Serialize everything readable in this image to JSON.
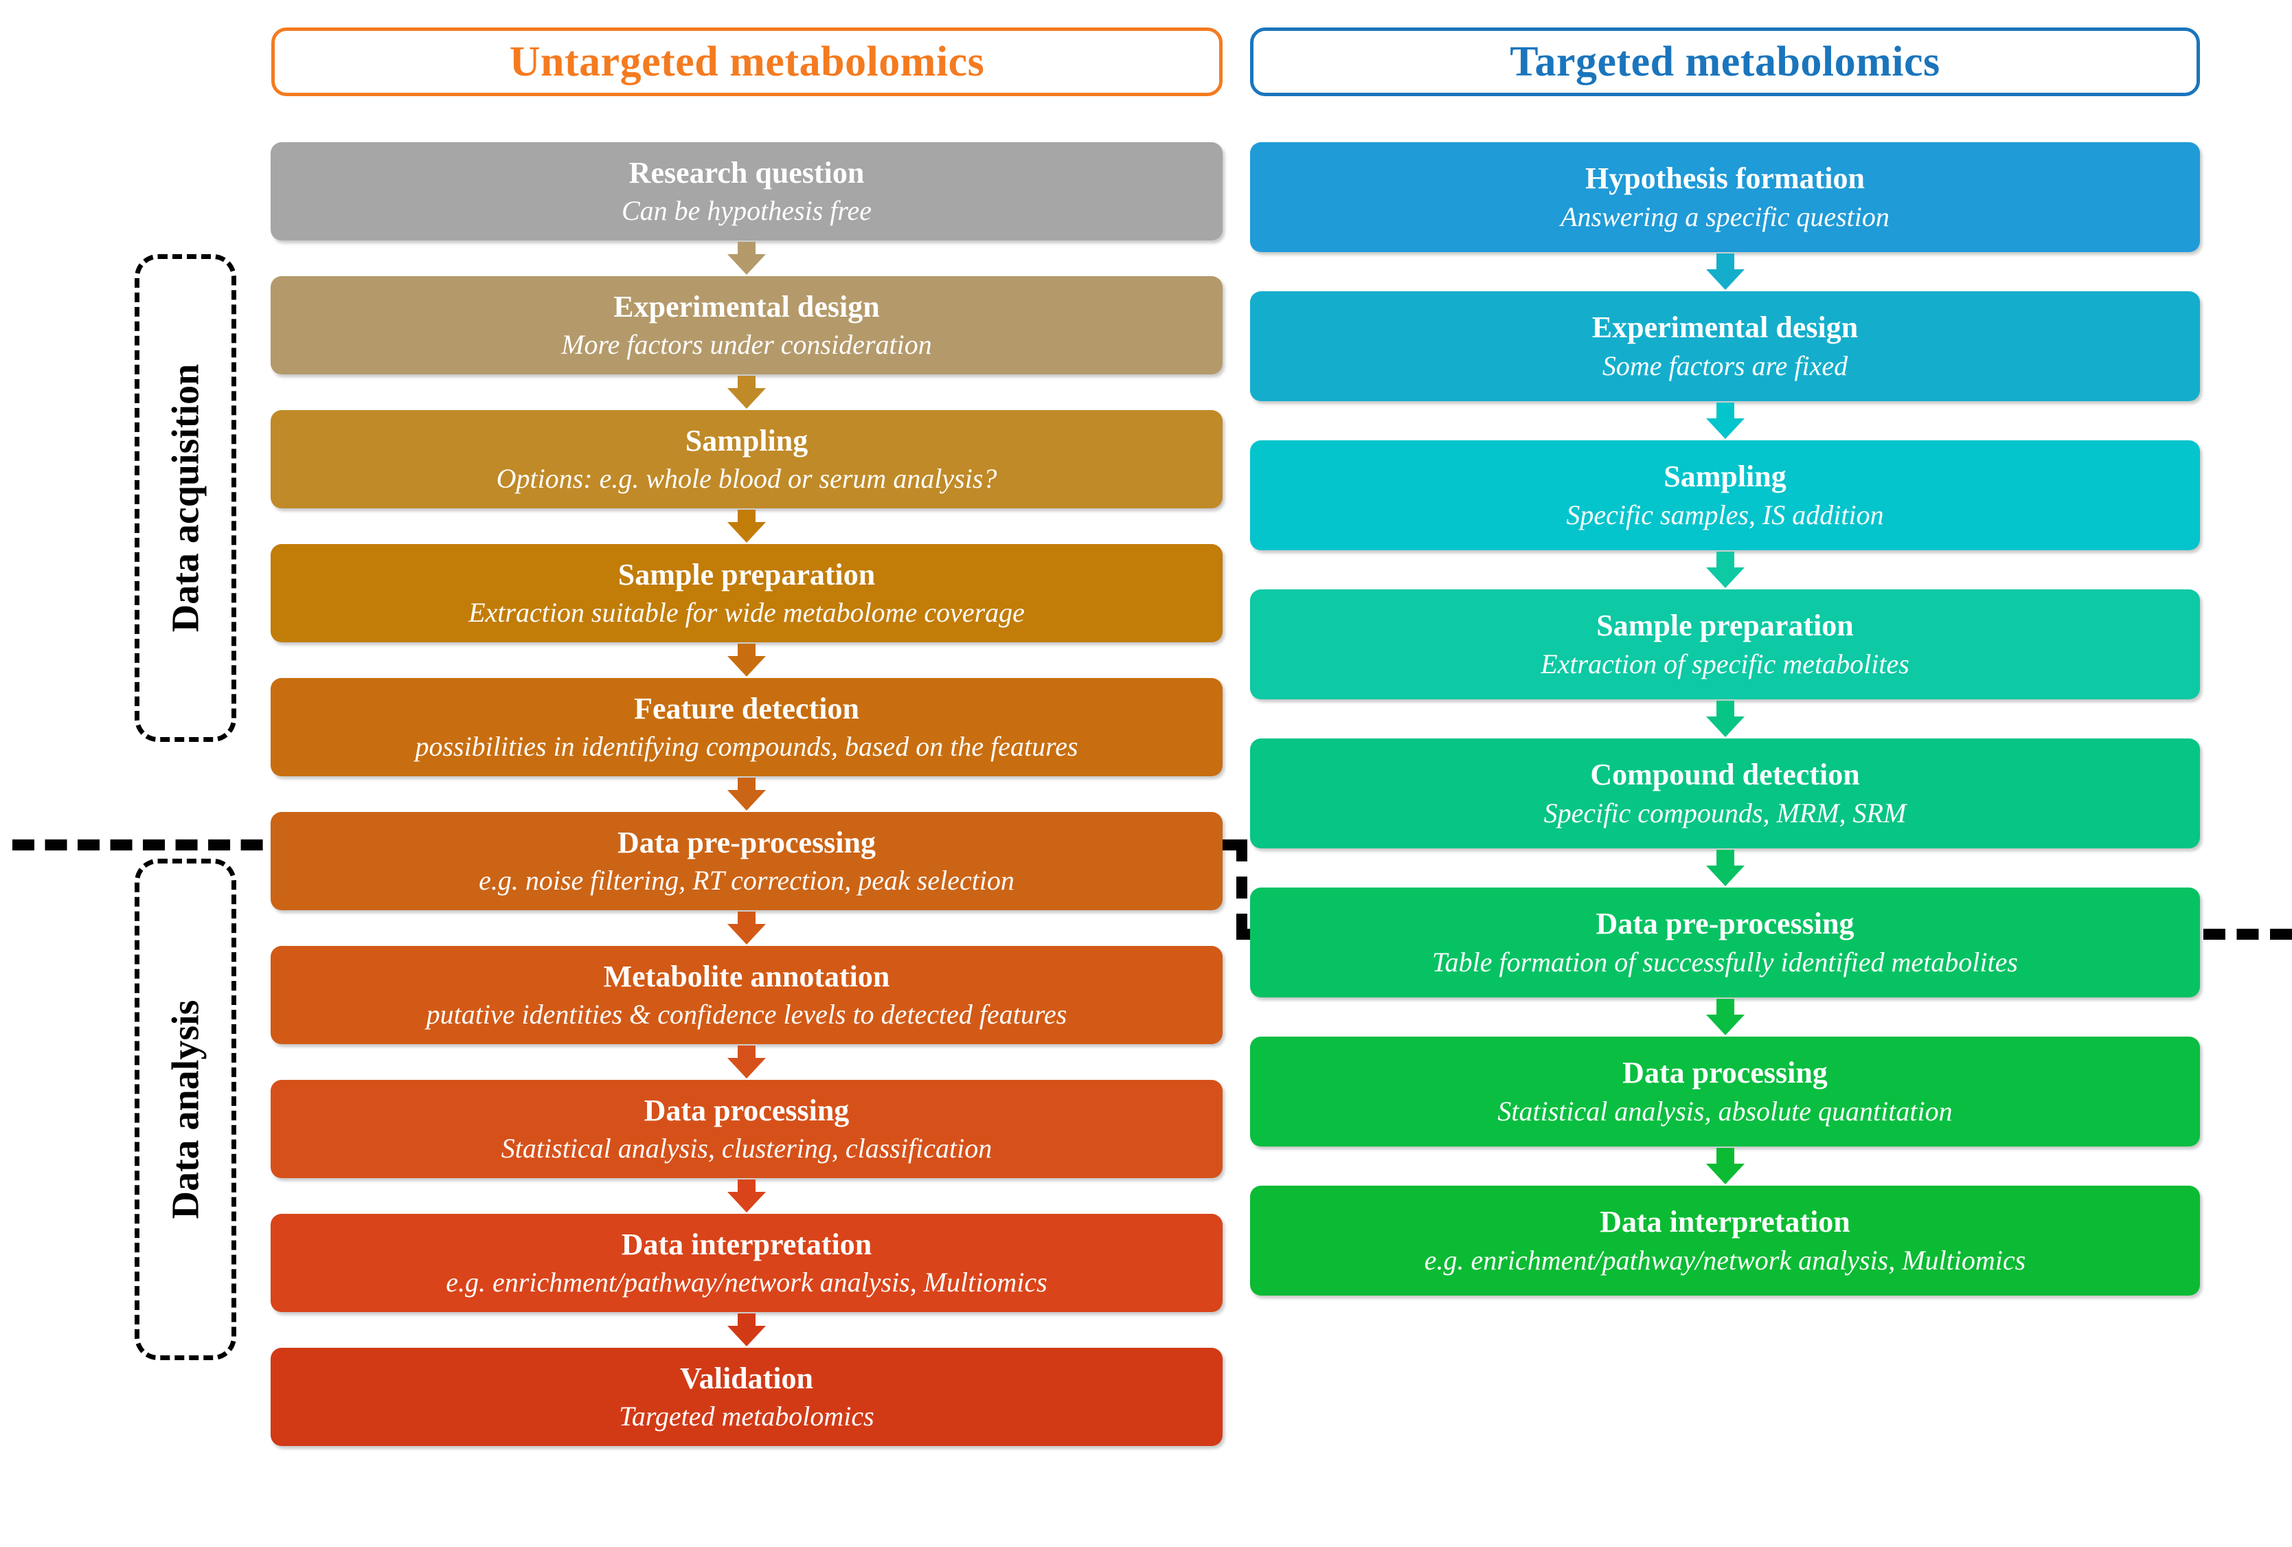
{
  "headers": {
    "left": {
      "label": "Untargeted metabolomics",
      "color": "#F47B20"
    },
    "right": {
      "label": "Targeted metabolomics",
      "color": "#1B75BC"
    }
  },
  "stages": [
    {
      "label": "Data acquisition"
    },
    {
      "label": "Data analysis"
    }
  ],
  "left_column": [
    {
      "title": "Research question",
      "subtitle": "Can be hypothesis free",
      "color": "#A6A6A6"
    },
    {
      "title": "Experimental design",
      "subtitle": "More factors under consideration",
      "color": "#B49A6B"
    },
    {
      "title": "Sampling",
      "subtitle": "Options: e.g. whole blood or serum analysis?",
      "color": "#C08A28"
    },
    {
      "title": "Sample preparation",
      "subtitle": "Extraction suitable for wide metabolome coverage",
      "color": "#C27C08"
    },
    {
      "title": "Feature detection",
      "subtitle": "possibilities in identifying compounds, based on the features",
      "color": "#C86E10"
    },
    {
      "title": "Data pre-processing",
      "subtitle": "e.g. noise filtering, RT correction, peak selection",
      "color": "#CC6416"
    },
    {
      "title": "Metabolite annotation",
      "subtitle": "putative identities & confidence levels to detected features",
      "color": "#D25A16"
    },
    {
      "title": "Data processing",
      "subtitle": "Statistical analysis, clustering, classification",
      "color": "#D6511A"
    },
    {
      "title": "Data interpretation",
      "subtitle": "e.g. enrichment/pathway/network analysis, Multiomics",
      "color": "#D9441A"
    },
    {
      "title": "Validation",
      "subtitle": "Targeted metabolomics",
      "color": "#D23A16"
    }
  ],
  "right_column": [
    {
      "title": "Hypothesis formation",
      "subtitle": "Answering a specific question",
      "color": "#1F9BD8"
    },
    {
      "title": "Experimental design",
      "subtitle": "Some factors are fixed",
      "color": "#14AECC"
    },
    {
      "title": "Sampling",
      "subtitle": "Specific samples, IS addition",
      "color": "#04C4CC"
    },
    {
      "title": "Sample preparation",
      "subtitle": "Extraction of specific metabolites",
      "color": "#0DC9A4"
    },
    {
      "title": "Compound detection",
      "subtitle": "Specific compounds, MRM, SRM",
      "color": "#07C584"
    },
    {
      "title": "Data pre-processing",
      "subtitle": "Table formation of successfully identified metabolites",
      "color": "#06C263"
    },
    {
      "title": "Data processing",
      "subtitle": "Statistical analysis, absolute quantitation",
      "color": "#09BE40"
    },
    {
      "title": "Data interpretation",
      "subtitle": "e.g. enrichment/pathway/network analysis, Multiomics",
      "color": "#0BBB33"
    }
  ]
}
